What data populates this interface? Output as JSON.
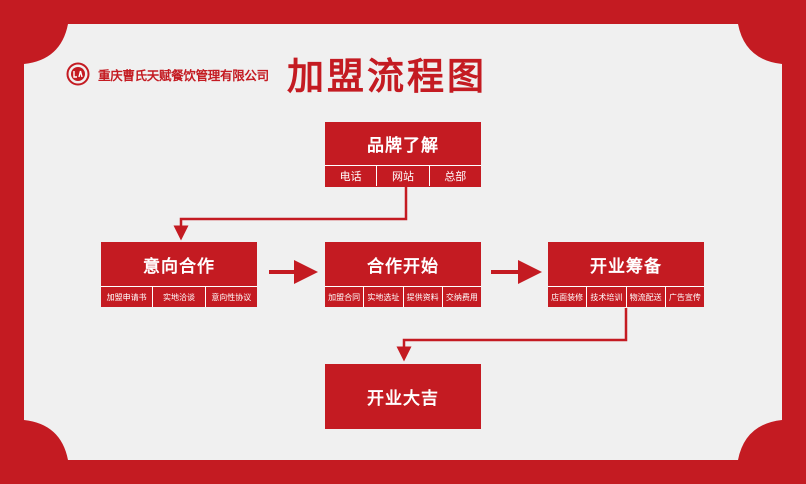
{
  "colors": {
    "primary": "#c41b22",
    "background": "#f0f0f0",
    "text_on_red": "#ffffff"
  },
  "header": {
    "company": "重庆曹氏天赋餐饮管理有限公司",
    "title": "加盟流程图"
  },
  "steps": {
    "brand": {
      "title": "品牌了解",
      "subs": [
        "电话",
        "网站",
        "总部"
      ]
    },
    "intent": {
      "title": "意向合作",
      "subs": [
        "加盟申请书",
        "实地洽谈",
        "意向性协议"
      ]
    },
    "cooperate": {
      "title": "合作开始",
      "subs": [
        "加盟合同",
        "实地选址",
        "提供资料",
        "交纳费用"
      ]
    },
    "prepare": {
      "title": "开业筹备",
      "subs": [
        "店面装修",
        "技术培训",
        "物流配送",
        "广告宣传"
      ]
    },
    "open": {
      "title": "开业大吉"
    }
  }
}
